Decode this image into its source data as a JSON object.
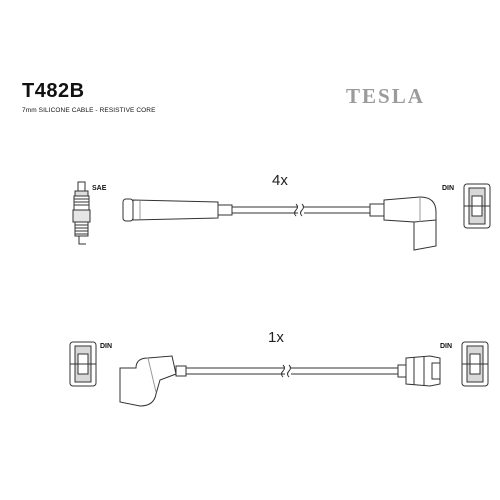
{
  "header": {
    "part_number": "T482B",
    "cable_spec": "7mm SILICONE CABLE - RESISTIVE CORE",
    "brand": "TESLA"
  },
  "upper_lead": {
    "quantity": "4x",
    "left_terminal_label": "SAE",
    "right_terminal_label": "DIN"
  },
  "lower_lead": {
    "quantity": "1x",
    "left_terminal_label": "DIN",
    "right_terminal_label": "DIN"
  },
  "colors": {
    "line": "#333333",
    "fill": "#ffffff",
    "shade": "#d8d8d8",
    "brand": "#9b9b9b"
  }
}
